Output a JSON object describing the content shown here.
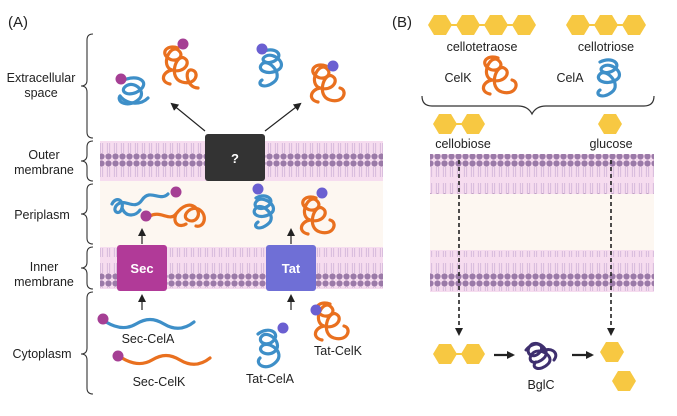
{
  "panel_a": {
    "label": "(A)",
    "regions": {
      "extracellular_1": "Extracellular",
      "extracellular_2": "space",
      "outer_1": "Outer",
      "outer_2": "membrane",
      "periplasm": "Periplasm",
      "inner_1": "Inner",
      "inner_2": "membrane",
      "cytoplasm": "Cytoplasm"
    },
    "unknown_transporter": "?",
    "sec_label": "Sec",
    "tat_label": "Tat",
    "proteins": {
      "sec_cela": "Sec-CelA",
      "sec_celk": "Sec-CelK",
      "tat_cela": "Tat-CelA",
      "tat_celk": "Tat-CelK"
    }
  },
  "panel_b": {
    "label": "(B)",
    "cellotetraose": "cellotetraose",
    "cellotriose": "cellotriose",
    "celk": "CelK",
    "cela": "CelA",
    "cellobiose": "cellobiose",
    "glucose": "glucose",
    "bglc": "BglC"
  },
  "colors": {
    "membrane_fill": "#f6dcef",
    "lipid_head": "#9b7aa8",
    "periplasm_fill": "#fdf7f1",
    "sec_box": "#b13a98",
    "tat_box": "#6f6fd6",
    "unknown_box": "#333333",
    "cela_blue": "#3e8fc8",
    "celk_orange": "#e9701f",
    "signal_peptide": "#a53f94",
    "tat_signal": "#6a5fd1",
    "glucose_yellow": "#f7c842",
    "bglc_purple": "#3e2f6e"
  }
}
